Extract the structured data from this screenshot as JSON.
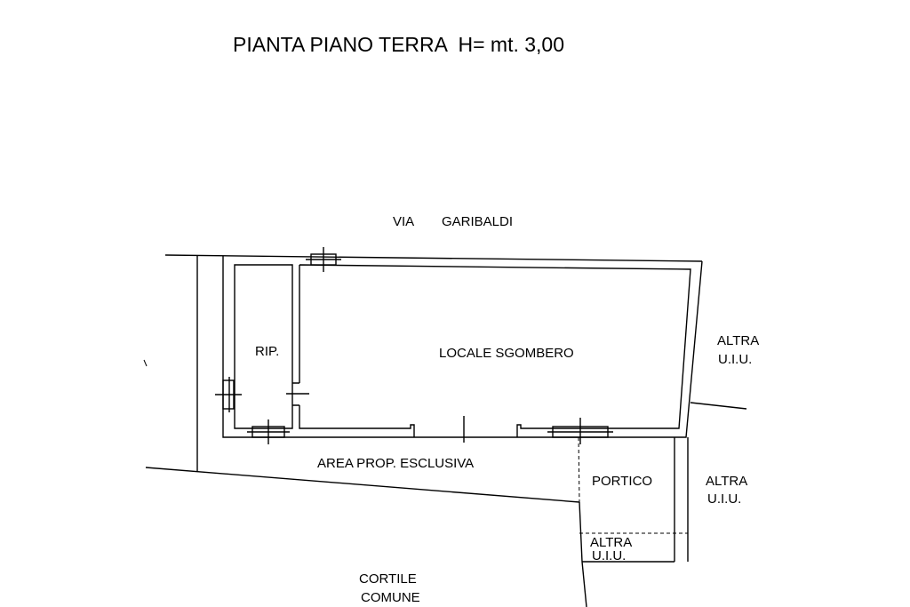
{
  "title": "PIANTA PIANO TERRA  H= mt. 3,00",
  "labels": {
    "street_a": "VIA",
    "street_b": "GARIBALDI",
    "rip": "RIP.",
    "main_room": "LOCALE SGOMBERO",
    "other_unit_right_1": "ALTRA",
    "other_unit_right_2": "U.I.U.",
    "area": "AREA PROP. ESCLUSIVA",
    "portico": "PORTICO",
    "other_unit_mid_1": "ALTRA",
    "other_unit_mid_2": "U.I.U.",
    "other_unit_low_1": "ALTRA",
    "other_unit_low_2": "U.I.U.",
    "courtyard_1": "CORTILE",
    "courtyard_2": "COMUNE"
  }
}
